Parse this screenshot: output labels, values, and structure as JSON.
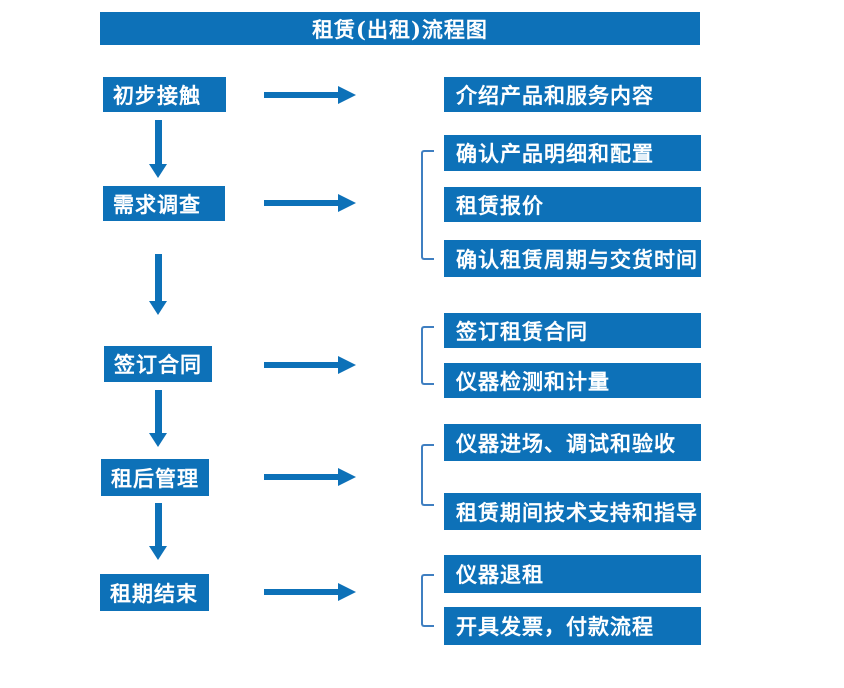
{
  "title": "租赁(出租)流程图",
  "colors": {
    "primary": "#0d71b8",
    "bracket": "#3f7fc1",
    "boxtext": "#ffffff",
    "bg": "#ffffff"
  },
  "stages": [
    {
      "label": "初步接触",
      "details": [
        "介绍产品和服务内容"
      ]
    },
    {
      "label": "需求调查",
      "details": [
        "确认产品明细和配置",
        "租赁报价",
        "确认租赁周期与交货时间"
      ]
    },
    {
      "label": "签订合同",
      "details": [
        "签订租赁合同",
        "仪器检测和计量"
      ]
    },
    {
      "label": "租后管理",
      "details": [
        "仪器进场、调试和验收",
        "租赁期间技术支持和指导"
      ]
    },
    {
      "label": "租期结束",
      "details": [
        "仪器退租",
        "开具发票，付款流程"
      ]
    }
  ]
}
